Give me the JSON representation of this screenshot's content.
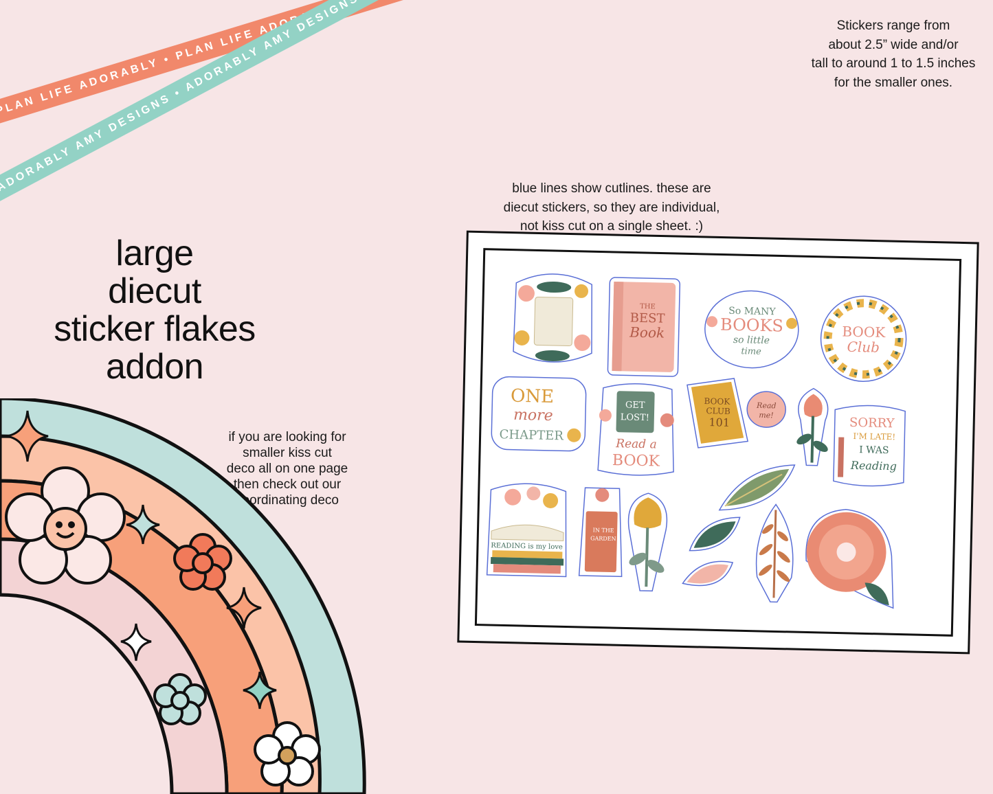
{
  "ribbons": {
    "coral_text": "PLAN LIFE ADORABLY • PLAN LIFE ADORABLY • PLAN LIFE ADORABLY •",
    "teal_text": "ADORABLY AMY DESIGNS • ADORABLY AMY DESIGNS • ADORABLY AMY DESIGNS •",
    "coral_color": "#f1886b",
    "teal_color": "#93d2c5"
  },
  "size_note": {
    "lines": [
      "Stickers range from",
      "about 2.5” wide and/or",
      "tall to around 1 to 1.5 inches",
      "for the smaller ones."
    ]
  },
  "cutline_note": {
    "lines": [
      "blue lines show cutlines.  these are",
      "diecut stickers, so they are individual,",
      "not kiss cut on a single sheet. :)"
    ]
  },
  "headline": {
    "lines": [
      "large",
      "diecut",
      "sticker flakes",
      "addon"
    ]
  },
  "kiss_note": {
    "lines": [
      "if you are looking for",
      "smaller kiss cut",
      "deco all on one page",
      "then check out our",
      "coordinating deco"
    ]
  },
  "stickers": {
    "best_book": [
      "THE",
      "BEST",
      "Book"
    ],
    "so_many_books": [
      "So MANY",
      "BOOKS",
      "so little",
      "time"
    ],
    "book_club": [
      "BOOK",
      "Club"
    ],
    "one_more_chapter": [
      "ONE",
      "more",
      "CHAPTER"
    ],
    "get_lost": [
      "GET",
      "LOST!"
    ],
    "read_a_book": [
      "Read a",
      "BOOK"
    ],
    "book_club_101": [
      "BOOK",
      "CLUB",
      "101"
    ],
    "read_me": [
      "Read",
      "me!"
    ],
    "sorry_late": [
      "SORRY",
      "I'M LATE!",
      "I WAS",
      "Reading"
    ],
    "reading_love": [
      "READING is my love"
    ],
    "garden_book": [
      "IN THE",
      "GARDEN"
    ]
  },
  "colors": {
    "background": "#f7e5e6",
    "rainbow_teal": "#bfe0dc",
    "rainbow_peach": "#fbc3a8",
    "rainbow_orange": "#f7a07a",
    "rainbow_pink": "#f3d3d4",
    "cutline_blue": "#5a6fd6"
  }
}
